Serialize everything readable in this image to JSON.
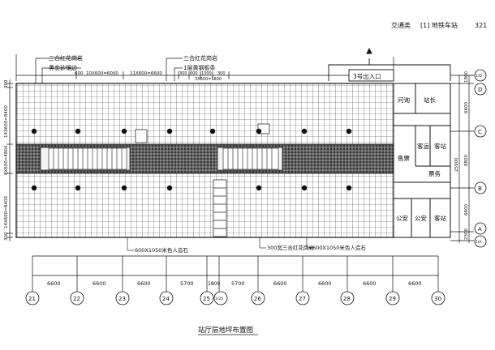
{
  "header": {
    "category": "交通类",
    "section": "[1] 地铁车站",
    "page_number": "321"
  },
  "drawing": {
    "title": "站厅层地坪布置图"
  },
  "top_callouts": {
    "left_line1": "三合红花岗岩",
    "left_line2": "黑金砂镶边",
    "center_line1": "三合红花岗岩",
    "center_line2": "1层黄钢板条",
    "dim_a": "600",
    "dim_b": "10X600=6000",
    "dim_c": "11X600=6600",
    "dim_d": "300",
    "dim_e": "600",
    "dim_f": "1300",
    "dim_g": "300",
    "dim_h": "3X600=1800"
  },
  "exit": {
    "label": "3号出入口"
  },
  "rooms": {
    "r1": "问询",
    "r2": "站长",
    "r3": "售票",
    "r4": "客运",
    "r5": "客站",
    "r6": "票务",
    "r7": "公安",
    "r8": "公安",
    "r9": "客站"
  },
  "left_dims": {
    "d1": "300",
    "d2": "14X600=8400",
    "d3": "8X600=4800",
    "d4": "14X600=8400",
    "d5": "300"
  },
  "right_dims": {
    "d1": "1800",
    "d2": "6600",
    "d3": "8800",
    "d4": "6600",
    "d5": "2300",
    "total": "25900"
  },
  "bottom_callouts": {
    "c1": "600X1050米色人造石",
    "c2": "300宽三合红花岗岩",
    "c3": "600X1050米色人造石"
  },
  "bottom_dims": [
    "6600",
    "6600",
    "6600",
    "5700",
    "1800",
    "5700",
    "6600",
    "6600",
    "6600",
    "6600"
  ],
  "columns": [
    "21",
    "22",
    "23",
    "24",
    "25",
    "1/25",
    "26",
    "27",
    "28",
    "29",
    "30"
  ],
  "rows": [
    "1/D",
    "D",
    "C",
    "B",
    "A",
    "1/A"
  ]
}
